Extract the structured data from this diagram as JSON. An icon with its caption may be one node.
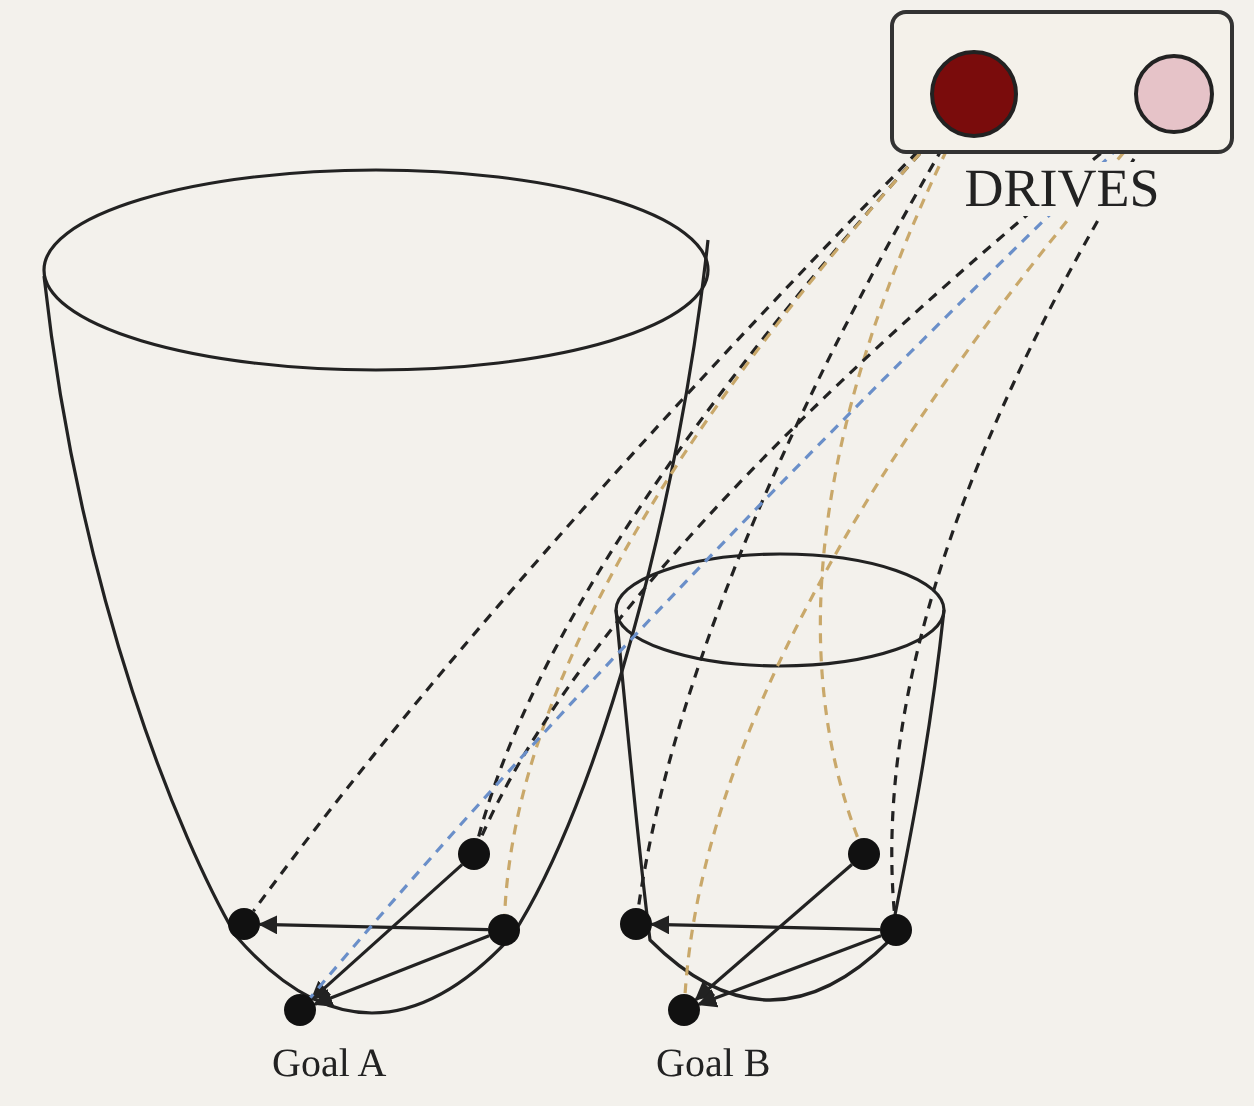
{
  "diagram": {
    "nodes": [
      {
        "text": [
          "DRIVES"
        ]
      },
      {
        "text": [],
        "shape": "circle",
        "in": 0
      },
      {
        "text": [],
        "shape": "circle",
        "in": 0
      },
      {
        "text": [],
        "shape": "circle"
      },
      {
        "text": [],
        "shape": "circle"
      },
      {
        "text": [],
        "shape": "circle"
      },
      {
        "text": [],
        "shape": "circle",
        "beside": [
          "Goal A"
        ]
      },
      {
        "text": [],
        "shape": "circle"
      },
      {
        "text": [],
        "shape": "circle"
      },
      {
        "text": [],
        "shape": "circle"
      },
      {
        "text": [],
        "shape": "circle",
        "beside": [
          "Goal B"
        ]
      }
    ],
    "edges": [
      {
        "from": 5,
        "to": 3,
        "arrow": "to"
      },
      {
        "from": 4,
        "to": 6,
        "arrow": "to"
      },
      {
        "from": 5,
        "to": 6,
        "arrow": "to"
      },
      {
        "from": 9,
        "to": 7,
        "arrow": "to"
      },
      {
        "from": 8,
        "to": 10,
        "arrow": "to"
      },
      {
        "from": 9,
        "to": 10,
        "arrow": "to"
      },
      {
        "from": 1,
        "to": 3,
        "arrow": "none",
        "style": "dashed"
      },
      {
        "from": 1,
        "to": 4,
        "arrow": "none",
        "style": "dashed"
      },
      {
        "from": 1,
        "to": 5,
        "arrow": "none",
        "style": "dashed",
        "color": "#c9a86a"
      },
      {
        "from": 1,
        "to": 7,
        "arrow": "none",
        "style": "dashed"
      },
      {
        "from": 1,
        "to": 8,
        "arrow": "none",
        "style": "dashed",
        "color": "#c9a86a"
      },
      {
        "from": 2,
        "to": 4,
        "arrow": "none",
        "style": "dashed"
      },
      {
        "from": 2,
        "to": 6,
        "arrow": "none",
        "style": "dashed",
        "color": "#6a8fc9"
      },
      {
        "from": 2,
        "to": 9,
        "arrow": "none",
        "style": "dashed"
      },
      {
        "from": 2,
        "to": 10,
        "arrow": "none",
        "style": "dashed",
        "color": "#c9a86a"
      }
    ]
  }
}
